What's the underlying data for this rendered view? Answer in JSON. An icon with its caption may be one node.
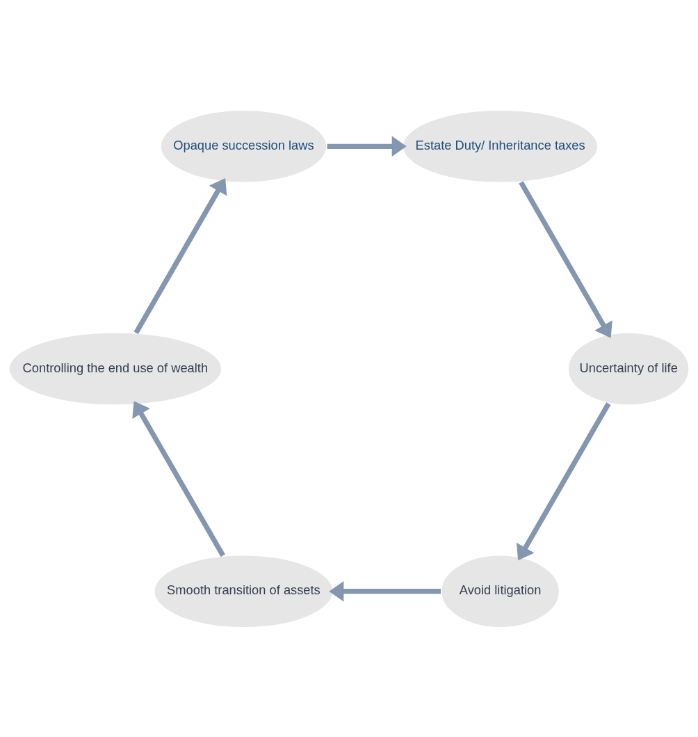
{
  "diagram": {
    "nodes": [
      {
        "text": [
          "Avoid litigation"
        ]
      },
      {
        "text": [
          "Smooth transition of assets"
        ]
      },
      {
        "text": [
          "Controlling the end use of wealth"
        ]
      },
      {
        "text": [
          "Opaque succession laws"
        ]
      },
      {
        "text": [
          "Estate Duty/ Inheritance taxes"
        ]
      },
      {
        "text": [
          "Uncertainty of life"
        ]
      }
    ],
    "edges": [
      {
        "from": 0,
        "to": 1,
        "arrow": "to"
      },
      {
        "from": 1,
        "to": 2,
        "arrow": "to"
      },
      {
        "from": 2,
        "to": 3,
        "arrow": "to"
      },
      {
        "from": 3,
        "to": 4,
        "arrow": "to"
      },
      {
        "from": 4,
        "to": 5,
        "arrow": "to"
      },
      {
        "from": 5,
        "to": 0,
        "arrow": "to"
      }
    ]
  }
}
